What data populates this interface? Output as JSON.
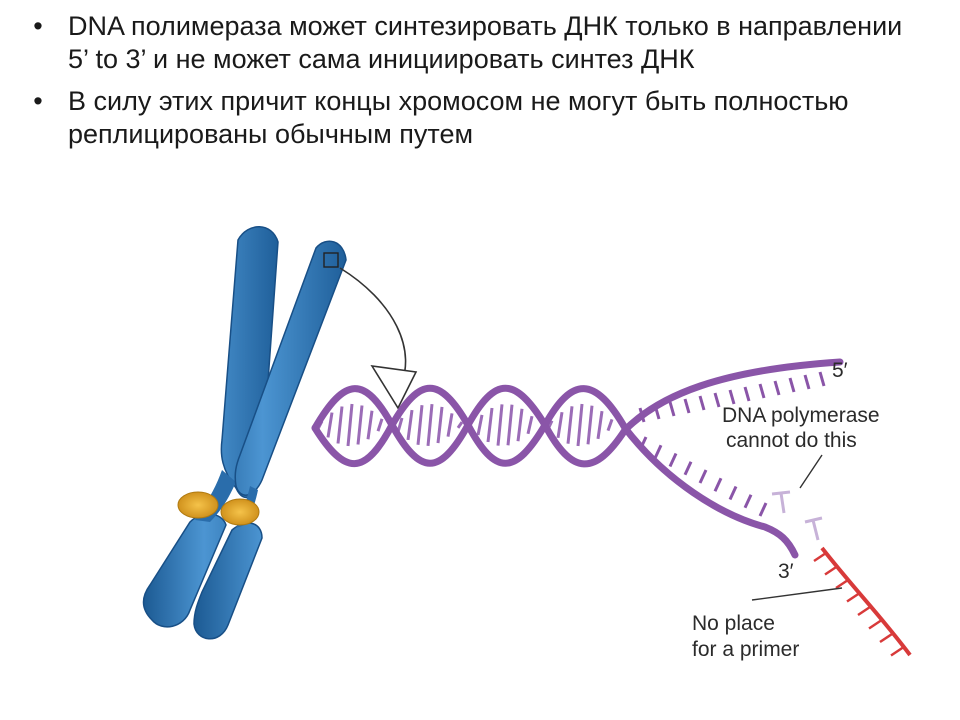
{
  "slide": {
    "bullets": [
      "DNA полимераза может синтезировать ДНК только в направлении 5’ to 3’ и не может сама инициировать синтез ДНК",
      "В силу этих причит концы хромосом  не могут быть полностью реплицированы обычным путем"
    ],
    "bullet_symbol": "•"
  },
  "figure": {
    "label_5prime": "5′",
    "label_3prime": "3′",
    "polymerase_line1": "DNA polymerase",
    "polymerase_line2": "cannot do this",
    "primer_line1": "No place",
    "primer_line2": "for a primer"
  },
  "colors": {
    "chromosome": "#2f78b8",
    "centromere": "#e0a020",
    "dna_strand": "#8a55a8",
    "primer": "#d83a3a",
    "faded": "#c7b2d8"
  }
}
